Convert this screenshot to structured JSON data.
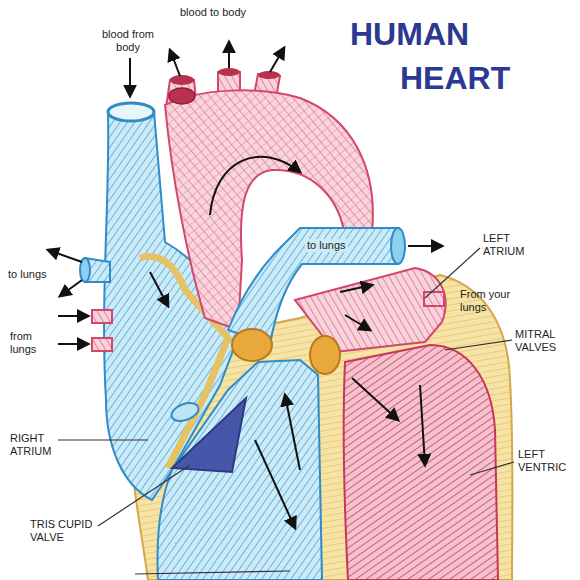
{
  "diagram": {
    "title": "HUMAN HEART",
    "labels": [
      "blood to body",
      "blood from body",
      "to lungs",
      "LEFT ATRIUM",
      "to lungs",
      "From your lungs",
      "from lungs",
      "MITRAL VALVES",
      "RIGHT ATRIUM",
      "LEFT VENTRIC",
      "TRIS CUPID VALVE"
    ]
  }
}
